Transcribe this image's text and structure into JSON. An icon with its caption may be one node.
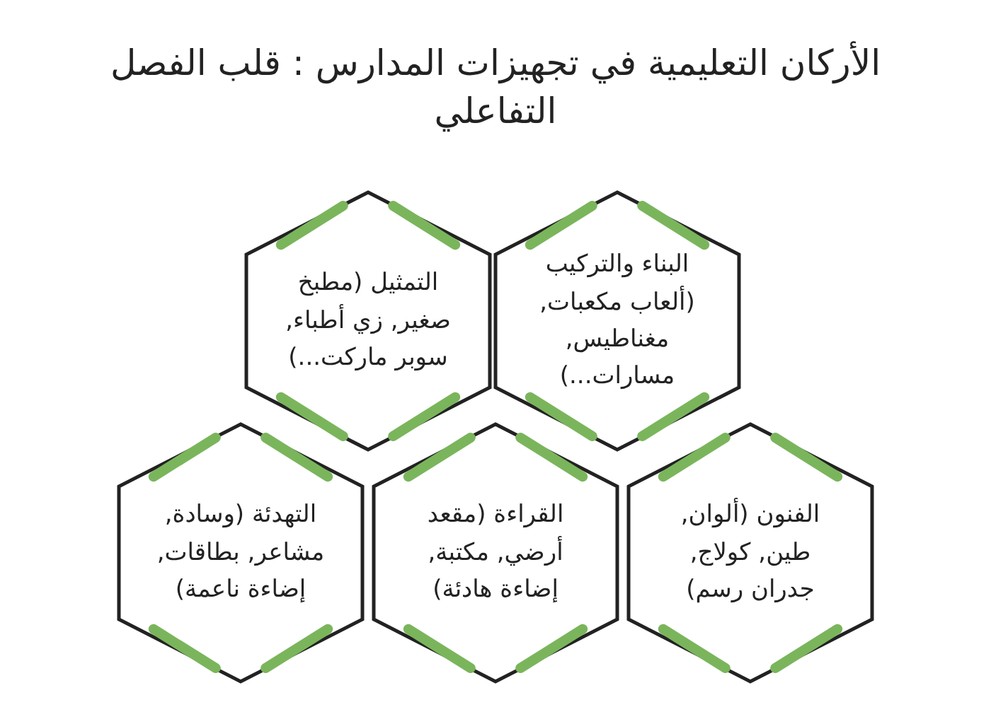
{
  "diagram": {
    "title": "الأركان التعليمية في تجهيزات المدارس : قلب الفصل التفاعلي",
    "nodes": [
      {
        "text": [
          "البناء والتركيب (ألعاب مكعبات, مغناطيس, مسارات...)"
        ]
      },
      {
        "text": [
          "التمثيل (مطبخ صغير, زي أطباء, سوبر ماركت...)"
        ]
      },
      {
        "text": [
          "الفنون (ألوان, طين, كولاج, جدران رسم)"
        ]
      },
      {
        "text": [
          "القراءة (مقعد أرضي, مكتبة, إضاءة هادئة)"
        ]
      },
      {
        "text": [
          "التهدئة (وسادة, مشاعر, بطاقات, إضاءة ناعمة)"
        ]
      }
    ]
  }
}
